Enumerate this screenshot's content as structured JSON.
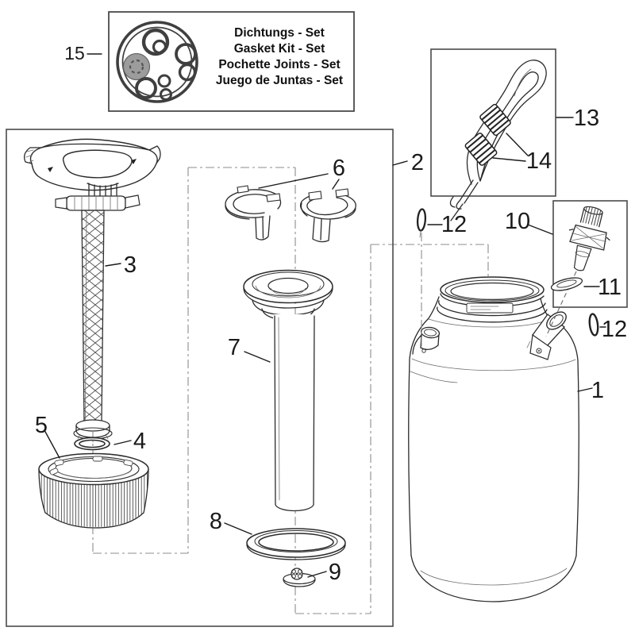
{
  "title_box": {
    "number": "15",
    "lines": [
      "Dichtungs - Set",
      "Gasket Kit - Set",
      "Pochette Joints - Set",
      "Juego de Juntas - Set"
    ]
  },
  "callouts": {
    "c1": "1",
    "c2": "2",
    "c3": "3",
    "c4": "4",
    "c5": "5",
    "c6": "6",
    "c7": "7",
    "c8": "8",
    "c9": "9",
    "c10": "10",
    "c11": "11",
    "c12a": "12",
    "c12b": "12",
    "c13": "13",
    "c14": "14",
    "c15": "15"
  },
  "colors": {
    "line": "#2b2b2b",
    "box_border": "#4a4a4a",
    "dash_line": "#8c8c8c",
    "label_text": "#1a1a1a",
    "kit_gray_disc": "#9c9c9c",
    "background": "#ffffff"
  }
}
